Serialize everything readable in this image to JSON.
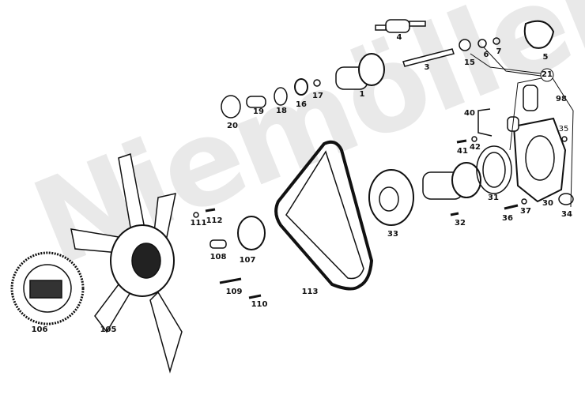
{
  "watermark": "Niemöller",
  "parts": {
    "p1": "1",
    "p3": "3",
    "p4": "4",
    "p5": "5",
    "p6": "6",
    "p7": "7",
    "p15": "15",
    "p16": "16",
    "p17": "17",
    "p18": "18",
    "p19": "19",
    "p20": "20",
    "p21": "21",
    "p30": "30",
    "p31": "31",
    "p32": "32",
    "p33": "33",
    "p34": "34",
    "p35": "35",
    "p36": "36",
    "p37": "37",
    "p40": "40",
    "p41": "41",
    "p42": "42",
    "p98": "98",
    "p105": "105",
    "p106": "106",
    "p107": "107",
    "p108": "108",
    "p109": "109",
    "p110": "110",
    "p111": "111",
    "p112": "112",
    "p113": "113"
  }
}
